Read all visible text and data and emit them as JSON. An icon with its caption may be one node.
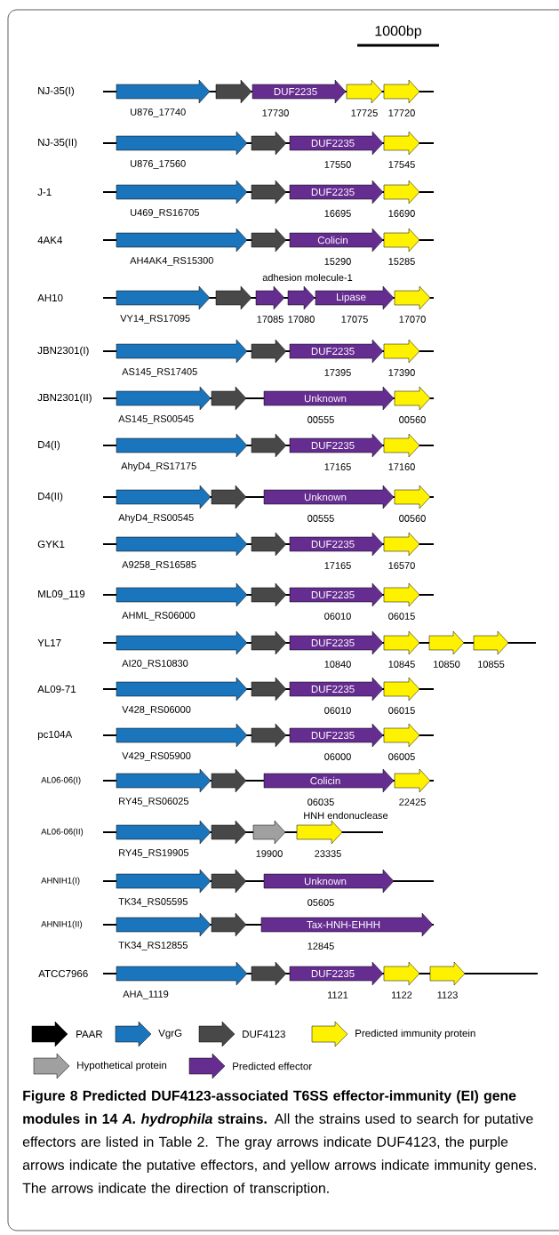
{
  "diagram": {
    "caption": "**Figure 8 Predicted DUF4123-associated T6SS effector-immunity (EI) gene modules in 14 *A. hydrophila* strains.** All the strains used to search for putative effectors are listed in Table 2. The gray arrows indicate DUF4123, the purple arrows indicate the putative effectors, and yellow arrows indicate immunity genes. The arrows indicate the direction of transcription.",
    "nodes": [
      {
        "text": [],
        "shape": "arrow",
        "beside": [
          "U876_17740"
        ]
      },
      {
        "text": [],
        "shape": "arrow"
      },
      {
        "text": [
          "DUF2235"
        ],
        "beside": [
          "17730"
        ]
      },
      {
        "text": [],
        "shape": "arrow",
        "beside": [
          "17725"
        ]
      },
      {
        "text": [],
        "shape": "arrow",
        "beside": [
          "17720"
        ]
      },
      {
        "text": [],
        "shape": "arrow",
        "beside": [
          "U876_17560"
        ]
      },
      {
        "text": [],
        "shape": "arrow"
      },
      {
        "text": [
          "DUF2235"
        ],
        "beside": [
          "17550"
        ]
      },
      {
        "text": [],
        "shape": "arrow",
        "beside": [
          "17545"
        ]
      },
      {
        "text": [],
        "shape": "arrow",
        "beside": [
          "U469_RS16705"
        ]
      },
      {
        "text": [],
        "shape": "arrow"
      },
      {
        "text": [
          "DUF2235"
        ],
        "beside": [
          "16695"
        ]
      },
      {
        "text": [],
        "shape": "arrow",
        "beside": [
          "16690"
        ]
      },
      {
        "text": [],
        "shape": "arrow",
        "beside": [
          "AH4AK4_RS15300"
        ]
      },
      {
        "text": [],
        "shape": "arrow"
      },
      {
        "text": [
          "Colicin"
        ],
        "beside": [
          "15290"
        ]
      },
      {
        "text": [],
        "shape": "arrow",
        "beside": [
          "15285"
        ]
      },
      {
        "text": [],
        "shape": "arrow",
        "beside": [
          "VY14_RS17095"
        ]
      },
      {
        "text": [],
        "shape": "arrow"
      },
      {
        "text": [],
        "shape": "arrow",
        "beside": [
          "17085"
        ]
      },
      {
        "text": [],
        "shape": "arrow",
        "beside": [
          "17080"
        ]
      },
      {
        "text": [
          "Lipase"
        ],
        "beside": [
          "17075"
        ]
      },
      {
        "text": [],
        "shape": "arrow",
        "beside": [
          "17070"
        ]
      },
      {
        "text": [],
        "shape": "arrow",
        "beside": [
          "AS145_RS17405"
        ]
      },
      {
        "text": [],
        "shape": "arrow"
      },
      {
        "text": [
          "DUF2235"
        ],
        "beside": [
          "17395"
        ]
      },
      {
        "text": [],
        "shape": "arrow",
        "beside": [
          "17390"
        ]
      },
      {
        "text": [],
        "shape": "arrow",
        "beside": [
          "AS145_RS00545"
        ]
      },
      {
        "text": [],
        "shape": "arrow"
      },
      {
        "text": [
          "Unknown"
        ],
        "beside": [
          "00555"
        ]
      },
      {
        "text": [],
        "shape": "arrow",
        "beside": [
          "00560"
        ]
      },
      {
        "text": [],
        "shape": "arrow",
        "beside": [
          "AhyD4_RS17175"
        ]
      },
      {
        "text": [],
        "shape": "arrow"
      },
      {
        "text": [
          "DUF2235"
        ],
        "beside": [
          "17165"
        ]
      },
      {
        "text": [],
        "shape": "arrow",
        "beside": [
          "17160"
        ]
      },
      {
        "text": [],
        "shape": "arrow",
        "beside": [
          "AhyD4_RS00545"
        ]
      },
      {
        "text": [],
        "shape": "arrow"
      },
      {
        "text": [
          "Unknown"
        ],
        "beside": [
          "00555"
        ]
      },
      {
        "text": [],
        "shape": "arrow",
        "beside": [
          "00560"
        ]
      },
      {
        "text": [],
        "shape": "arrow",
        "beside": [
          "A9258_RS16585"
        ]
      },
      {
        "text": [],
        "shape": "arrow"
      },
      {
        "text": [
          "DUF2235"
        ],
        "beside": [
          "17165"
        ]
      },
      {
        "text": [],
        "shape": "arrow",
        "beside": [
          "16570"
        ]
      },
      {
        "text": [],
        "shape": "arrow",
        "beside": [
          "AHML_RS06000"
        ]
      },
      {
        "text": [],
        "shape": "arrow"
      },
      {
        "text": [
          "DUF2235"
        ],
        "beside": [
          "06010"
        ]
      },
      {
        "text": [],
        "shape": "arrow",
        "beside": [
          "06015"
        ]
      },
      {
        "text": [],
        "shape": "arrow",
        "beside": [
          "AI20_RS10830"
        ]
      },
      {
        "text": [],
        "shape": "arrow"
      },
      {
        "text": [
          "DUF2235"
        ],
        "beside": [
          "10840"
        ]
      },
      {
        "text": [],
        "shape": "arrow",
        "beside": [
          "10845"
        ]
      },
      {
        "text": [],
        "shape": "arrow",
        "beside": [
          "10850"
        ]
      },
      {
        "text": [],
        "shape": "arrow",
        "beside": [
          "10855"
        ]
      },
      {
        "text": [],
        "shape": "arrow",
        "beside": [
          "V428_RS06000"
        ]
      },
      {
        "text": [],
        "shape": "arrow"
      },
      {
        "text": [
          "DUF2235"
        ],
        "beside": [
          "06010"
        ]
      },
      {
        "text": [],
        "shape": "arrow",
        "beside": [
          "06015"
        ]
      },
      {
        "text": [],
        "shape": "arrow",
        "beside": [
          "V429_RS05900"
        ]
      },
      {
        "text": [],
        "shape": "arrow"
      },
      {
        "text": [
          "DUF2235"
        ],
        "beside": [
          "06000"
        ]
      },
      {
        "text": [],
        "shape": "arrow",
        "beside": [
          "06005"
        ]
      },
      {
        "text": [],
        "shape": "arrow",
        "beside": [
          "RY45_RS06025"
        ]
      },
      {
        "text": [],
        "shape": "arrow"
      },
      {
        "text": [
          "Colicin"
        ],
        "beside": [
          "06035"
        ]
      },
      {
        "text": [],
        "shape": "arrow",
        "beside": [
          "22425"
        ]
      },
      {
        "text": [],
        "shape": "arrow",
        "beside": [
          "RY45_RS19905"
        ]
      },
      {
        "text": [],
        "shape": "arrow"
      },
      {
        "text": [],
        "shape": "arrow",
        "beside": [
          "19900"
        ]
      },
      {
        "text": [],
        "shape": "arrow",
        "beside": [
          "23335"
        ]
      },
      {
        "text": [],
        "shape": "arrow",
        "beside": [
          "TK34_RS05595"
        ]
      },
      {
        "text": [],
        "shape": "arrow"
      },
      {
        "text": [
          "Unknown"
        ],
        "beside": [
          "05605"
        ]
      },
      {
        "text": [],
        "shape": "arrow",
        "beside": [
          "TK34_RS12855"
        ]
      },
      {
        "text": [],
        "shape": "arrow"
      },
      {
        "text": [
          "Tax-HNH-EHHH"
        ],
        "beside": [
          "12845"
        ]
      },
      {
        "text": [],
        "shape": "arrow",
        "beside": [
          "AHA_1119"
        ]
      },
      {
        "text": [],
        "shape": "arrow"
      },
      {
        "text": [
          "DUF2235"
        ],
        "beside": [
          "1121"
        ]
      },
      {
        "text": [],
        "shape": "arrow",
        "beside": [
          "1122"
        ]
      },
      {
        "text": [],
        "shape": "arrow",
        "beside": [
          "1123"
        ]
      }
    ],
    "labels": [
      "1000bp",
      "NJ-35(I)",
      "NJ-35(II)",
      "J-1",
      "4AK4",
      "adhesion molecule-1",
      "AH10",
      "JBN2301(I)",
      "JBN2301(II)",
      "D4(I)",
      "D4(II)",
      "GYK1",
      "ML09_119",
      "YL17",
      "AL09-71",
      "pc104A",
      "AL06-06(I)",
      "HNH endonuclease",
      "AL06-06(II)",
      "AHNIH1(I)",
      "AHNIH1(II)",
      "ATCC7966"
    ],
    "legend": [
      {
        "text": "PAAR",
        "color": "#000000"
      },
      {
        "text": "VgrG",
        "color": "#1a75bc"
      },
      {
        "text": "DUF4123",
        "color": "#484848"
      },
      {
        "text": "Predicted immunity protein",
        "color": "#fff200"
      },
      {
        "text": "Hypothetical protein",
        "color": "#a0a0a0"
      },
      {
        "text": "Predicted effector",
        "color": "#662d91"
      }
    ]
  }
}
